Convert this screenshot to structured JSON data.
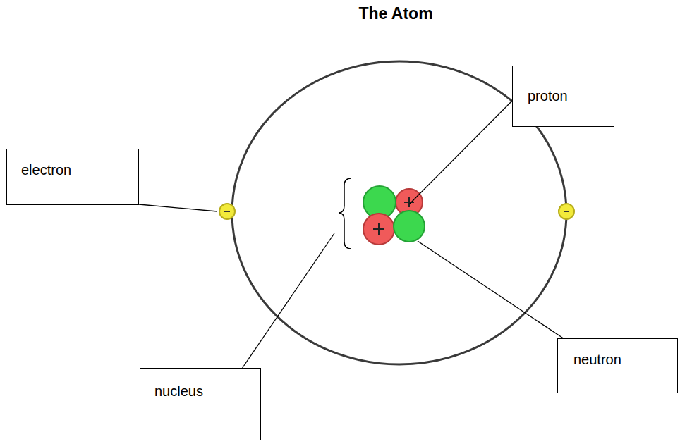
{
  "diagram": {
    "title": "The Atom",
    "nodes": [
      {
        "text": [
          "proton"
        ]
      },
      {
        "text": [
          "electron"
        ]
      },
      {
        "text": [
          "neutron"
        ]
      },
      {
        "text": [
          "nucleus"
        ]
      }
    ]
  }
}
